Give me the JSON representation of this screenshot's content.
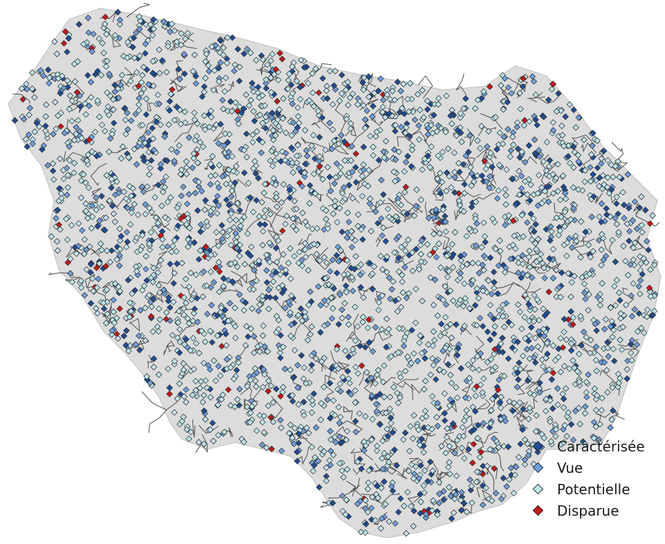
{
  "map": {
    "region_fill": "#dcdcdc",
    "network_color": "#4a4a4a",
    "marker_outline": "#2b2b2b"
  },
  "legend": {
    "items": [
      {
        "key": "caracterisee",
        "label": "Caractérisée",
        "color": "#1f4e96"
      },
      {
        "key": "vue",
        "label": "Vue",
        "color": "#6f9fdc"
      },
      {
        "key": "potentielle",
        "label": "Potentielle",
        "color": "#bfe4ec"
      },
      {
        "key": "disparue",
        "label": "Disparue",
        "color": "#c41a1a"
      }
    ]
  }
}
